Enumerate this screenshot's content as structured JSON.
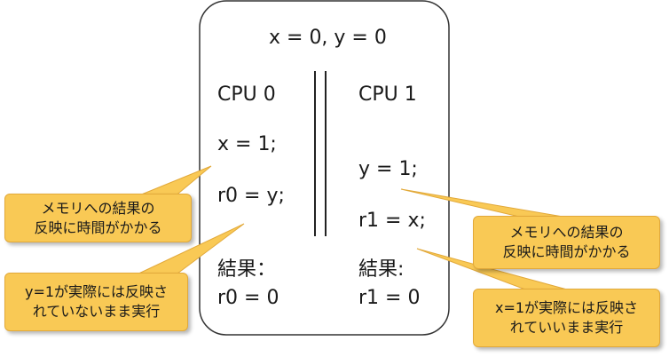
{
  "header": {
    "init": "x = 0, y = 0"
  },
  "cpu0": {
    "title": "CPU 0",
    "line1": "x = 1;",
    "line2": "r0 = y;",
    "result_label": "結果：",
    "result_value": "r0 = 0"
  },
  "cpu1": {
    "title": "CPU 1",
    "line1": "y = 1;",
    "line2": "r1 = x;",
    "result_label": "結果:",
    "result_value": "r1 = 0"
  },
  "callouts": {
    "left_top": {
      "line1": "メモリへの結果の",
      "line2": "反映に時間がかかる"
    },
    "left_bottom": {
      "line1": "y=1が実際には反映さ",
      "line2": "れていないまま実行"
    },
    "right_top": {
      "line1": "メモリへの結果の",
      "line2": "反映に時間がかかる"
    },
    "right_bottom": {
      "line1": "x=1が実際には反映さ",
      "line2": "れていいまま実行"
    }
  },
  "colors": {
    "callout_fill": "#f9c955",
    "callout_border": "#e2a93a",
    "box_border": "#333333",
    "divider": "#222222"
  }
}
